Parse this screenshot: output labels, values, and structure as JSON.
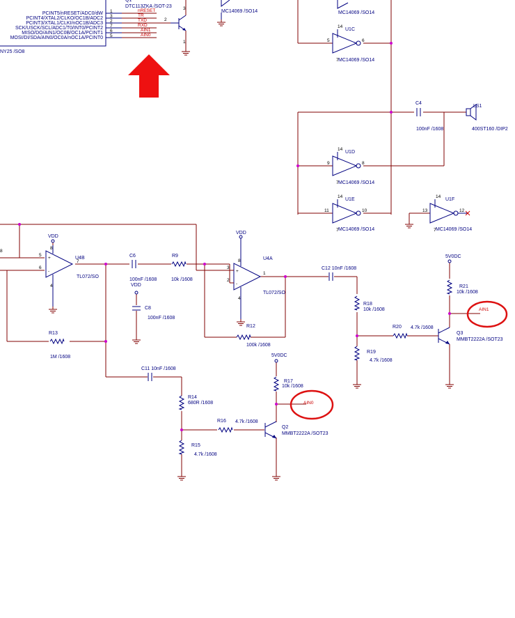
{
  "colors": {
    "wire": "#800000",
    "component": "#000080",
    "net_label": "#cc0000",
    "junction": "#cc00cc",
    "highlight": "#dd1111",
    "arrow": "#ee1111"
  },
  "mcu": {
    "pin_names": [
      "PCINT5/nRESET/ADC0/dW",
      "PCINT4/XTAL2/CLKO/OC1B/ADC2",
      "PCINT3/XTAL1/CLKI/nOC1B/ADC3",
      "SCK/USCK/SCL/ADC1/T0/INT0/PCINT2",
      "MISO/DO/AIN1/OC0B/OC1A/PCINT1",
      "MOSI/DI/SDA/AIN0/OC0A/nOC1A/PCINT0"
    ],
    "pin_numbers": [
      "1",
      "3",
      "2",
      "7",
      "6",
      "5"
    ],
    "nets": [
      "nRESET",
      "TR",
      "TXD",
      "RXD",
      "AIN1",
      "AIN0"
    ],
    "footprint": "NY25 /SO8"
  },
  "q1": {
    "name": "Q1",
    "value": "DTC113ZKA /SOT-23",
    "pin_base": "2",
    "pin_c": "3",
    "pin_e": "1"
  },
  "u1": {
    "top_value": "MC14069 /SO14",
    "u1b_value": "MC14069 /SO14",
    "u1c": {
      "name": "U1C",
      "pin_in": "5",
      "pin_out": "6",
      "value": "MC14069 /SO14"
    },
    "u1d": {
      "name": "U1D",
      "pin_in": "9",
      "pin_out": "8",
      "value": "MC14069 /SO14"
    },
    "u1e": {
      "name": "U1E",
      "pin_in": "11",
      "pin_out": "10",
      "value": "MC14069 /SO14"
    },
    "u1f": {
      "name": "U1F",
      "pin_in": "13",
      "pin_out": "12",
      "value": "MC14069 /SO14"
    },
    "pin14": "14",
    "pin7": "7"
  },
  "c4": {
    "name": "C4",
    "value": "100nF /1608"
  },
  "ls1": {
    "name": "LS1",
    "value": "400ST160 /DIP2"
  },
  "left_edge": {
    "pin": "5",
    "pin_b": "6",
    "frag": "8"
  },
  "u4b": {
    "name": "U4B",
    "value": "TL072/SO",
    "vdd": "VDD",
    "pin_pos": "5",
    "pin_neg": "6",
    "pin_out": "7",
    "pin_v": "8",
    "pin_g": "4"
  },
  "u4a": {
    "name": "U4A",
    "value": "TL072/SO",
    "vdd": "VDD",
    "pin_pos": "3",
    "pin_neg": "2",
    "pin_out": "1",
    "pin_v": "8",
    "pin_g": "4"
  },
  "c6": {
    "name": "C6",
    "value": "100nF /1608"
  },
  "r9": {
    "name": "R9",
    "value": "10k /1608"
  },
  "c8": {
    "name": "C8",
    "vdd": "VDD",
    "value": "100nF /1608"
  },
  "r13": {
    "name": "R13",
    "value": "1M /1608"
  },
  "r12": {
    "name": "R12",
    "value": "100k /1608"
  },
  "c12": {
    "label": "C12 10nF /1608"
  },
  "r18": {
    "name": "R18",
    "value": "10k /1608"
  },
  "r19": {
    "name": "R19",
    "value": "4.7k /1608"
  },
  "r20": {
    "name": "R20",
    "value": "4.7k /1608"
  },
  "r21": {
    "name": "R21",
    "value": "10k /1608"
  },
  "q3": {
    "name": "Q3",
    "value": "MMBT2222A /SOT23"
  },
  "c11": {
    "label": "C11 10nF /1608"
  },
  "r14": {
    "name": "R14",
    "value": "680R /1608"
  },
  "r15": {
    "name": "R15",
    "value": "4.7k /1608"
  },
  "r16": {
    "name": "R16",
    "value": "4.7k /1608"
  },
  "r17": {
    "name": "R17",
    "value": "10k /1608"
  },
  "q2": {
    "name": "Q2",
    "value": "MMBT2222A /SOT23"
  },
  "rails": {
    "v5_a": "5V0DC",
    "v5_b": "5V0DC"
  },
  "out_nets": {
    "ain1": "AIN1",
    "ain0": "AIN0"
  }
}
